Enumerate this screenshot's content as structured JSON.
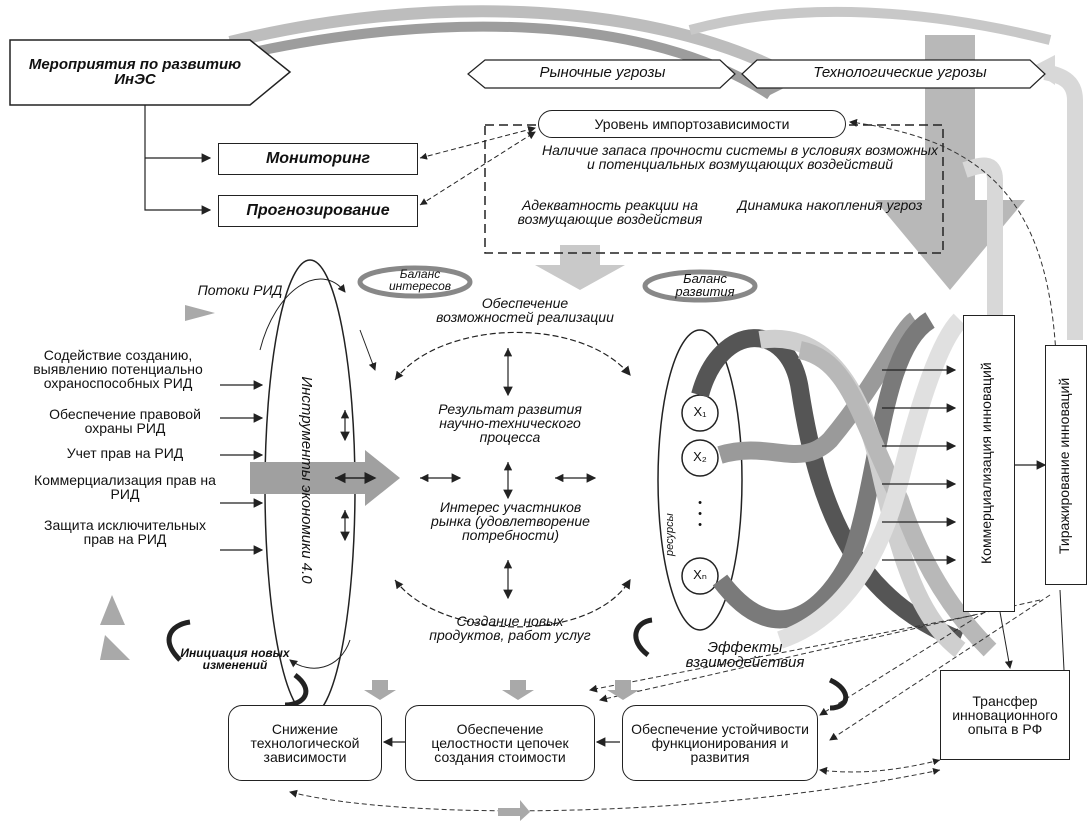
{
  "header": {
    "measures_title": "Мероприятия по развитию ИнЭС",
    "monitoring": "Мониторинг",
    "forecasting": "Прогнозирование",
    "market_threats": "Рыночные угрозы",
    "tech_threats": "Технологические угрозы"
  },
  "dashed_box": {
    "import_level": "Уровень импортозависимости",
    "strength": "Наличие запаса прочности системы в условиях возможных и потенциальных возмущающих воздействий",
    "adequacy": "Адекватность реакции на возмущающие воздействия",
    "dynamics": "Динамика накопления угроз"
  },
  "balances": {
    "interests": "Баланс интересов",
    "development": "Баланс развития"
  },
  "left": {
    "flows": "Потоки РИД",
    "instruments": "Инструменты экономики 4.0",
    "inputs": [
      "Содействие созданию, выявлению потенциально охраноспособных РИД",
      "Обеспечение правовой охраны РИД",
      "Учет прав на РИД",
      "Коммерциализация прав на РИД",
      "Защита исключительных прав на РИД"
    ],
    "initiation": "Инициация новых изменений"
  },
  "center": {
    "provision": "Обеспечение возможностей реализации",
    "result": "Результат развития научно-технического процесса",
    "interest": "Интерес участников рынка (удовлетворение потребности)",
    "creation": "Создание новых продуктов, работ услуг"
  },
  "right": {
    "x_labels": [
      "X₁",
      "X₂",
      "Xₙ"
    ],
    "dots": "•\n•\n•",
    "resources": "ресурсы",
    "effects": "Эффекты взаимодействия",
    "commercialization": "Коммерциализация инноваций",
    "replication": "Тиражирование инноваций",
    "transfer": "Трансфер инновационного опыта в РФ"
  },
  "bottom": {
    "reduction": "Снижение технологической зависимости",
    "integrity": "Обеспечение целостности цепочек создания стоимости",
    "stability": "Обеспечение устойчивости функционирования и развития"
  },
  "colors": {
    "grey_light": "#d4d4d4",
    "grey_mid": "#a9a9a9",
    "grey_dark": "#555555",
    "ink": "#222222"
  }
}
